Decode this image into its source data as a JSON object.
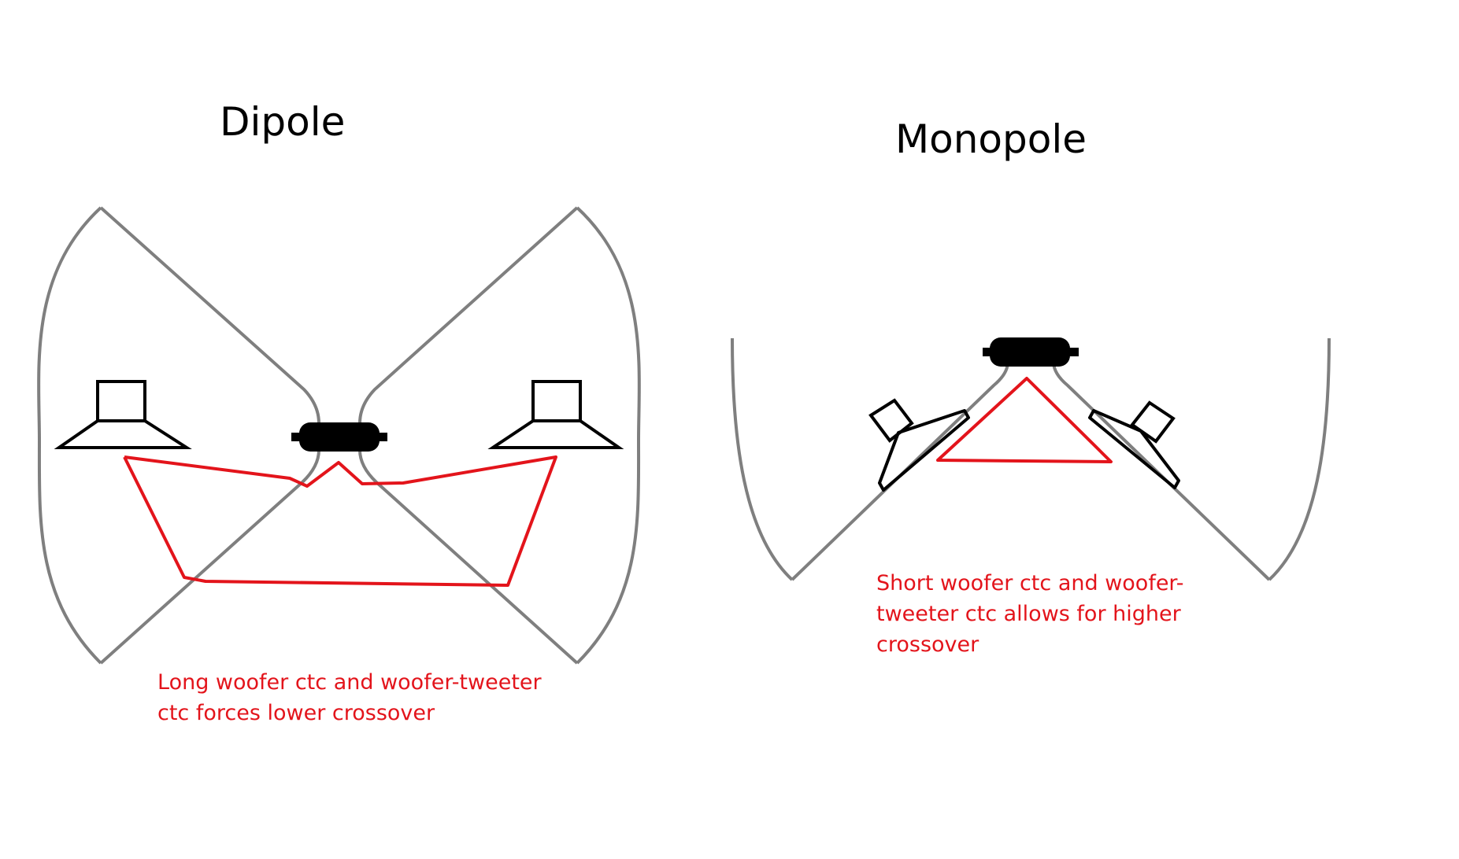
{
  "dipole": {
    "title": "Dipole",
    "caption_lines": [
      "Long woofer ctc and woofer-tweeter",
      "ctc forces lower crossover"
    ]
  },
  "monopole": {
    "title": "Monopole",
    "caption_lines": [
      "Short woofer ctc and woofer-",
      "tweeter ctc allows for higher",
      "crossover"
    ]
  },
  "colors": {
    "baffle": "#7f7f7f",
    "driver": "#000000",
    "path": "#e3141b",
    "caption": "#e3141b",
    "title": "#000000"
  }
}
